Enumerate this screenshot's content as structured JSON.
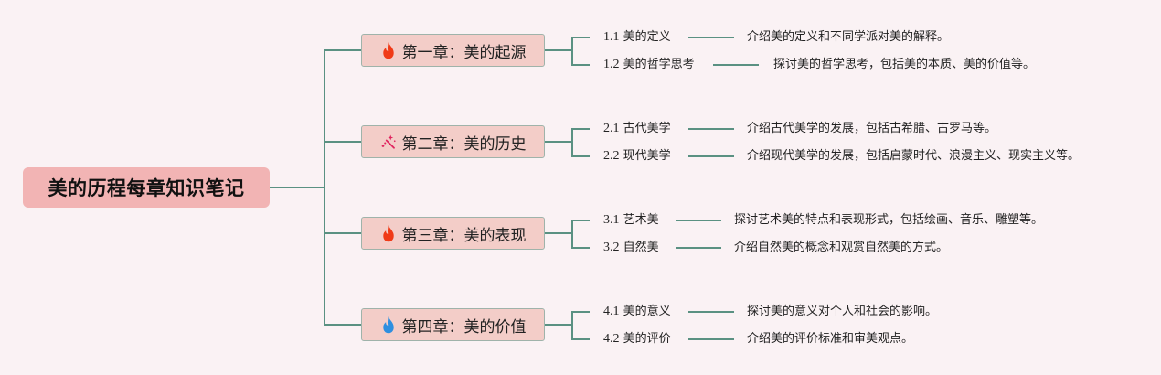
{
  "root": {
    "title": "美的历程每章知识笔记"
  },
  "colors": {
    "background": "#faf2f4",
    "root_fill": "#f2b4b4",
    "chapter_fill": "#f3cdc8",
    "chapter_border": "#9fb3aa",
    "connector": "#5a9182",
    "fire_red": "#f03a17",
    "fire_blue": "#2e8fe0",
    "sparkle_pink": "#e0245e"
  },
  "chapters": [
    {
      "icon": "fire-icon",
      "title": "第一章：美的起源",
      "sections": [
        {
          "number": "1.1",
          "title": "美的定义",
          "description": "介绍美的定义和不同学派对美的解释。"
        },
        {
          "number": "1.2",
          "title": "美的哲学思考",
          "description": "探讨美的哲学思考，包括美的本质、美的价值等。"
        }
      ]
    },
    {
      "icon": "sparkle-wand-icon",
      "title": "第二章：美的历史",
      "sections": [
        {
          "number": "2.1",
          "title": "古代美学",
          "description": "介绍古代美学的发展，包括古希腊、古罗马等。"
        },
        {
          "number": "2.2",
          "title": "现代美学",
          "description": "介绍现代美学的发展，包括启蒙时代、浪漫主义、现实主义等。"
        }
      ]
    },
    {
      "icon": "fire-icon",
      "title": "第三章：美的表现",
      "sections": [
        {
          "number": "3.1",
          "title": "艺术美",
          "description": "探讨艺术美的特点和表现形式，包括绘画、音乐、雕塑等。"
        },
        {
          "number": "3.2",
          "title": "自然美",
          "description": "介绍自然美的概念和观赏自然美的方式。"
        }
      ]
    },
    {
      "icon": "blue-fire-icon",
      "title": "第四章：美的价值",
      "sections": [
        {
          "number": "4.1",
          "title": "美的意义",
          "description": "探讨美的意义对个人和社会的影响。"
        },
        {
          "number": "4.2",
          "title": "美的评价",
          "description": "介绍美的评价标准和审美观点。"
        }
      ]
    }
  ]
}
